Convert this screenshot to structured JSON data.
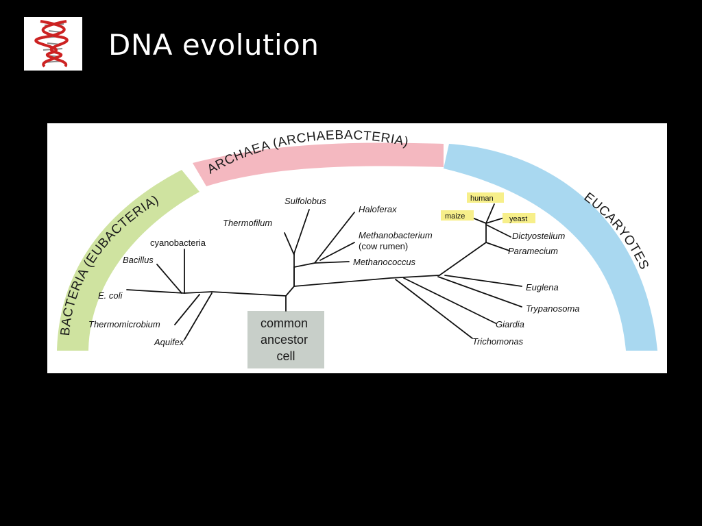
{
  "slide": {
    "title": "DNA evolution",
    "logo_icon": "dna-helix-icon"
  },
  "diagram": {
    "domains": [
      {
        "id": "bacteria",
        "label": "BACTERIA (EUBACTERIA)",
        "color": "#cfe3a0"
      },
      {
        "id": "archaea",
        "label": "ARCHAEA (ARCHAEBACTERIA)",
        "color": "#f4b8c0"
      },
      {
        "id": "eucaryotes",
        "label": "EUCARYOTES",
        "color": "#a9d8f0"
      }
    ],
    "root_label": [
      "common",
      "ancestor",
      "cell"
    ],
    "root_color": "#c8cfc9",
    "highlight_color": "#f7ef8a",
    "taxa": {
      "cyanobacteria": "cyanobacteria",
      "bacillus": "Bacillus",
      "ecoli": "E. coli",
      "thermomicrobium": "Thermomicrobium",
      "aquifex": "Aquifex",
      "thermofilum": "Thermofilum",
      "sulfolobus": "Sulfolobus",
      "haloferax": "Haloferax",
      "methanobacterium": "Methanobacterium",
      "cow_rumen": "(cow rumen)",
      "methanococcus": "Methanococcus",
      "human": "human",
      "maize": "maize",
      "yeast": "yeast",
      "dictyostelium": "Dictyostelium",
      "paramecium": "Paramecium",
      "euglena": "Euglena",
      "trypanosoma": "Trypanosoma",
      "giardia": "Giardia",
      "trichomonas": "Trichomonas"
    }
  }
}
